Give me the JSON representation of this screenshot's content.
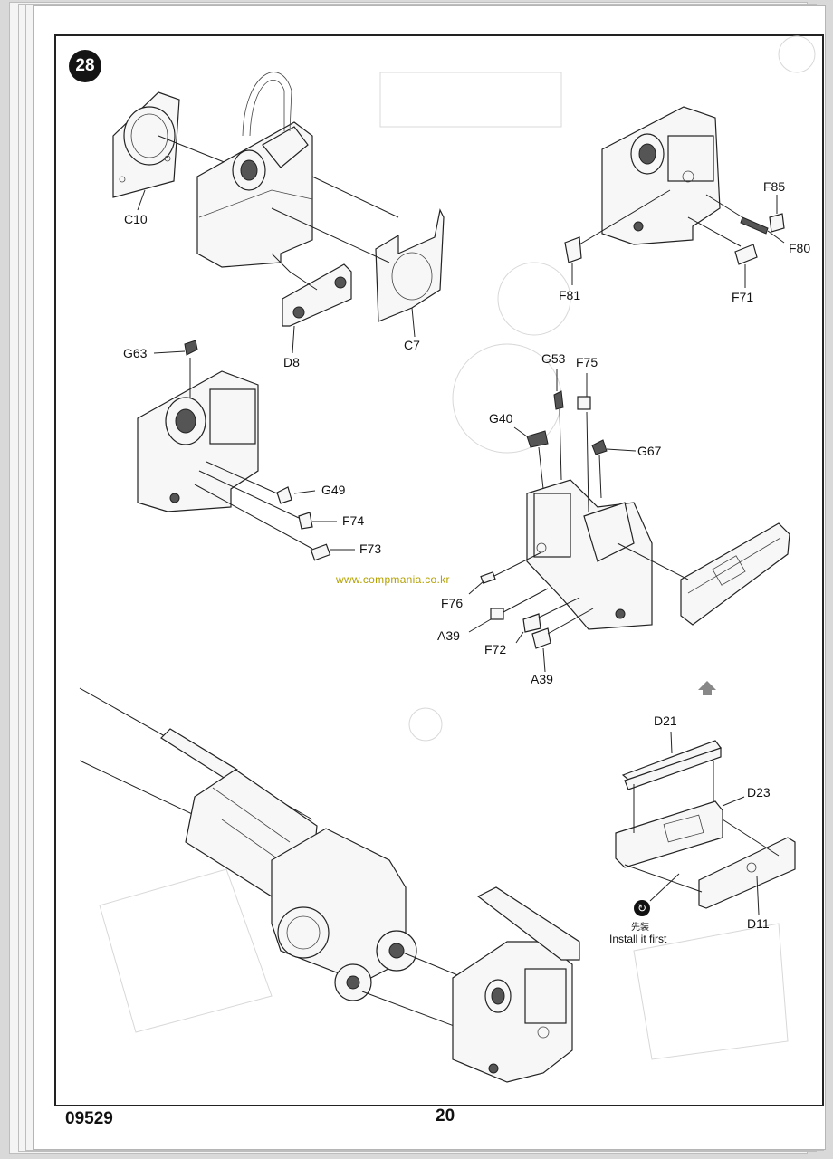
{
  "step_number": "28",
  "watermark": "www.compmania.co.kr",
  "install_note": {
    "icon": "install-first-icon",
    "chinese": "先装",
    "english": "Install it first"
  },
  "footer": {
    "product_code": "09529",
    "page_number": "20"
  },
  "part_labels": {
    "c10": "C10",
    "c7": "C7",
    "d8": "D8",
    "f85": "F85",
    "f80": "F80",
    "f81": "F81",
    "f71": "F71",
    "g63": "G63",
    "g49": "G49",
    "f74": "F74",
    "f73": "F73",
    "g53": "G53",
    "f75": "F75",
    "g40": "G40",
    "g67": "G67",
    "f76": "F76",
    "a39_left": "A39",
    "f72": "F72",
    "a39_bottom": "A39",
    "d21": "D21",
    "d23": "D23",
    "d11": "D11"
  }
}
